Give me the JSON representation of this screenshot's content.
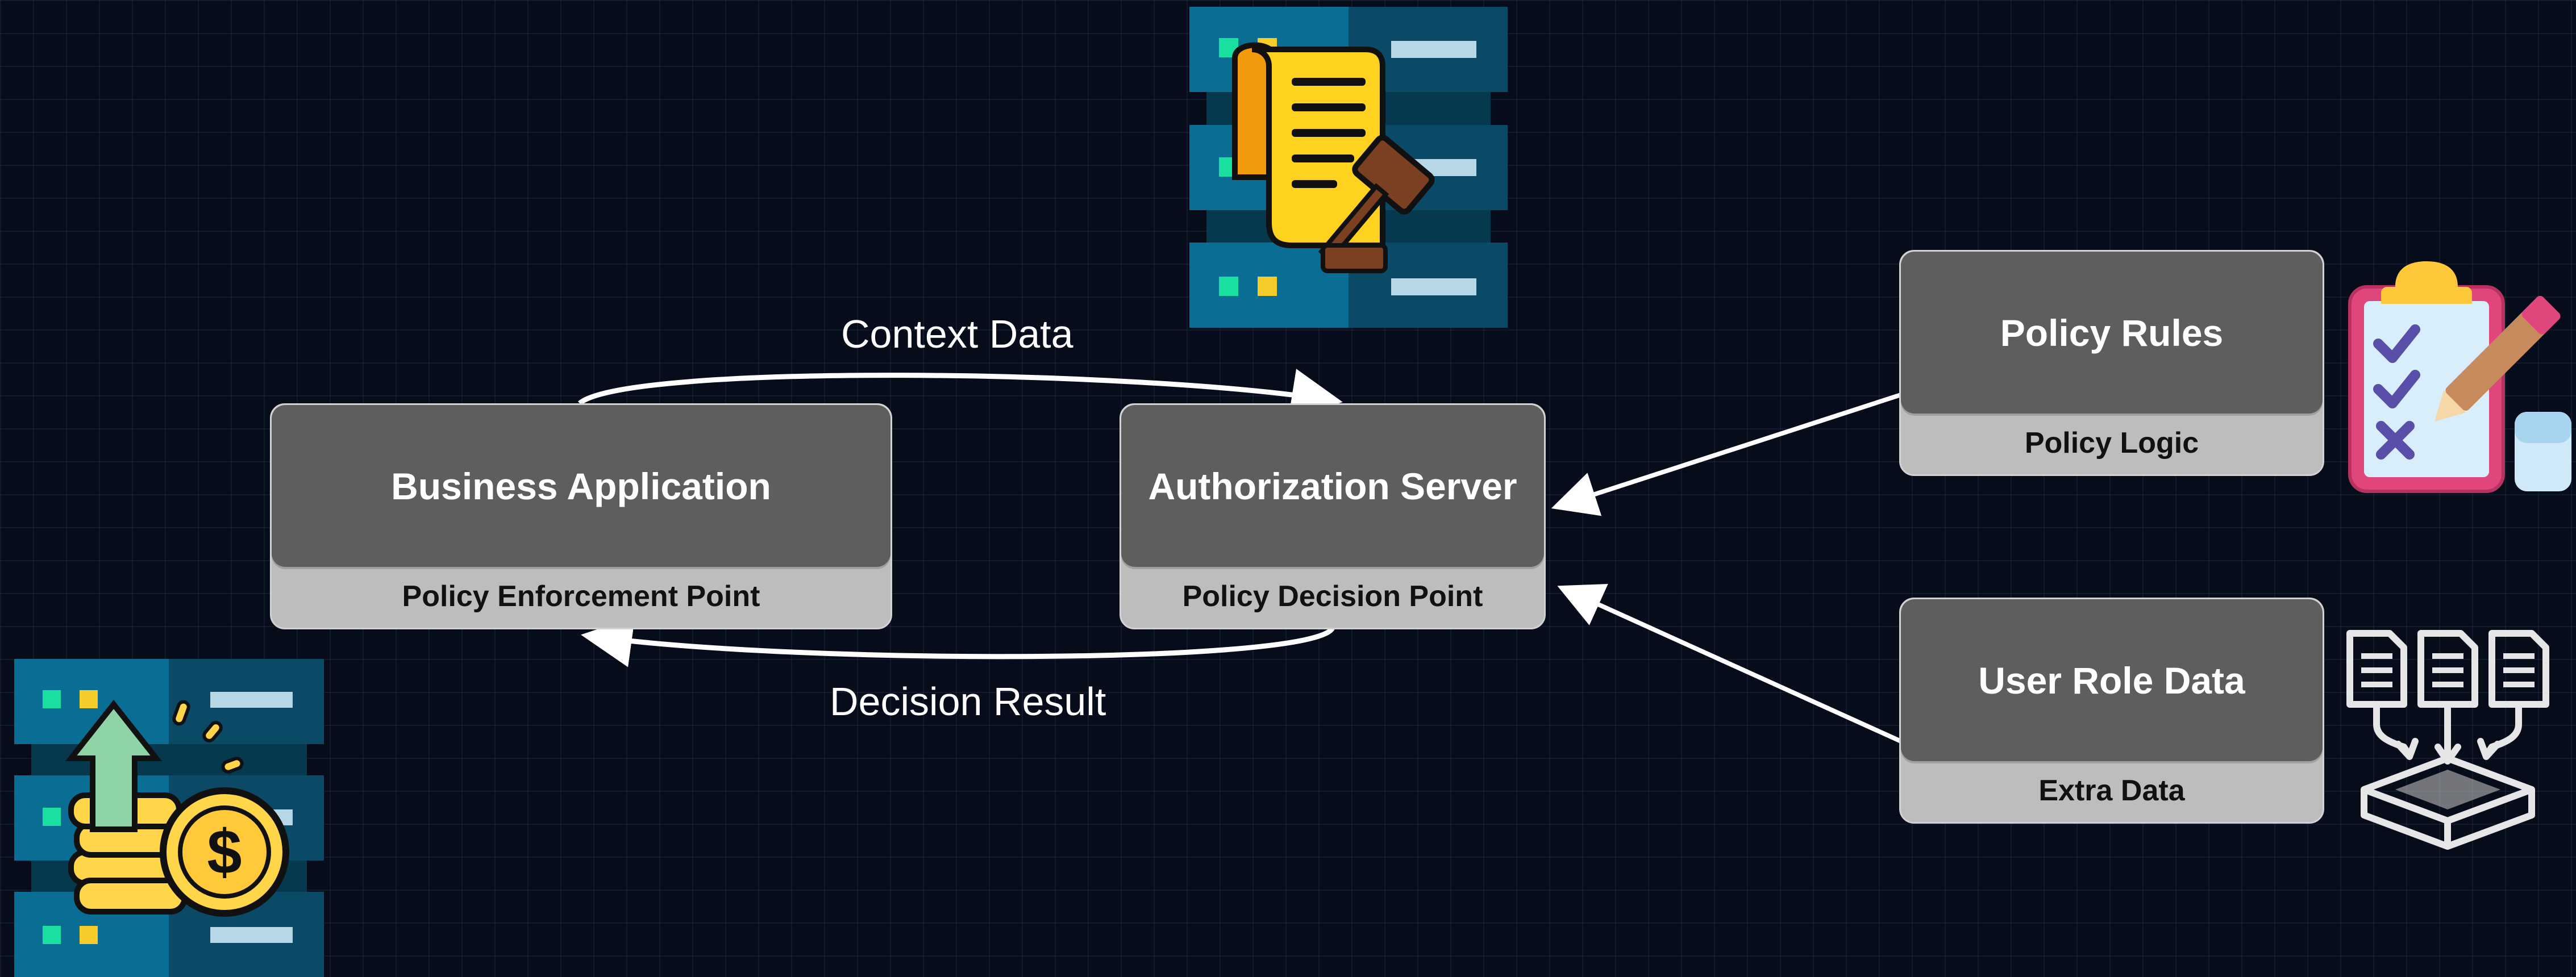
{
  "nodes": {
    "business_app": {
      "title": "Business Application",
      "subtitle": "Policy Enforcement Point"
    },
    "auth_server": {
      "title": "Authorization Server",
      "subtitle": "Policy Decision Point"
    },
    "policy_rules": {
      "title": "Policy Rules",
      "subtitle": "Policy Logic"
    },
    "user_role": {
      "title": "User Role Data",
      "subtitle": "Extra Data"
    }
  },
  "edges": {
    "context_data": "Context Data",
    "decision_result": "Decision Result"
  },
  "colors": {
    "background": "#060c1a",
    "node_top": "#5e5e5e",
    "node_bottom": "#bdbdbd",
    "arrow": "#ffffff"
  },
  "icons": [
    "server-document-gavel-icon",
    "server-coins-growth-icon",
    "clipboard-checklist-icon",
    "documents-merge-icon"
  ]
}
